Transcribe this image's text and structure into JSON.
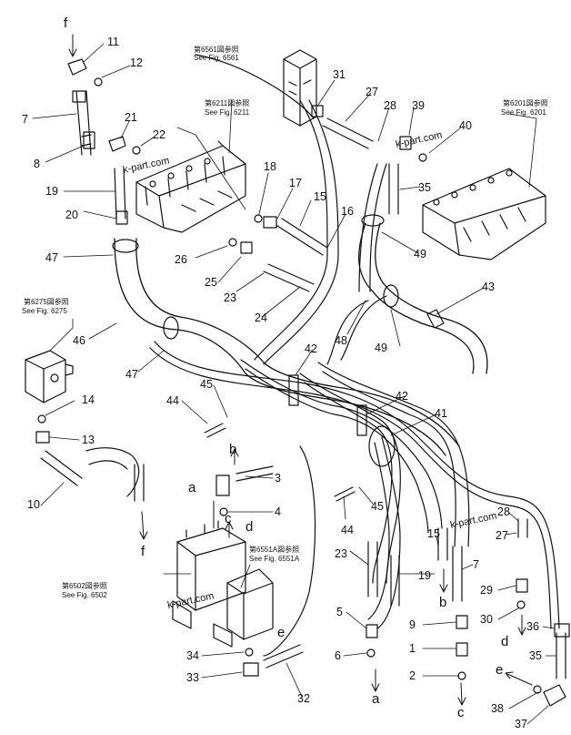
{
  "refs": {
    "fig6561": [
      "第6561図参照",
      "See Fig. 6561"
    ],
    "fig6211": [
      "第6211図参照",
      "See Fig. 6211"
    ],
    "fig6201": [
      "第6201図参照",
      "See Fig. 6201"
    ],
    "fig6275": [
      "第6275図参照",
      "See Fig. 6275"
    ],
    "fig6502": [
      "第6502図参照",
      "See Fig. 6502"
    ],
    "fig6551a": [
      "第6551A図参照",
      "See Fig. 6551A"
    ]
  },
  "watermarks": [
    "k-part.com",
    "k-part.com",
    "k-part.com",
    "k-part.com"
  ],
  "labels": {
    "n1": "1",
    "n2": "2",
    "n3": "3",
    "n4": "4",
    "n5": "5",
    "n6": "6",
    "n7a": "7",
    "n7b": "7",
    "n8": "8",
    "n9": "9",
    "n10": "10",
    "n11": "11",
    "n12": "12",
    "n13": "13",
    "n14": "14",
    "n15a": "15",
    "n15b": "15",
    "n16": "16",
    "n17": "17",
    "n18": "18",
    "n19a": "19",
    "n19b": "19",
    "n20": "20",
    "n21": "21",
    "n22": "22",
    "n23a": "23",
    "n23b": "23",
    "n24": "24",
    "n25": "25",
    "n26": "26",
    "n27a": "27",
    "n27b": "27",
    "n28a": "28",
    "n28b": "28",
    "n29": "29",
    "n30": "30",
    "n31": "31",
    "n32": "32",
    "n33": "33",
    "n34": "34",
    "n35a": "35",
    "n35b": "35",
    "n36": "36",
    "n37": "37",
    "n38": "38",
    "n39": "39",
    "n40": "40",
    "n41": "41",
    "n42a": "42",
    "n42b": "42",
    "n43": "43",
    "n44a": "44",
    "n44b": "44",
    "n45a": "45",
    "n45b": "45",
    "n46": "46",
    "n47a": "47",
    "n47b": "47",
    "n48": "48",
    "n49a": "49",
    "n49b": "49"
  },
  "letters": {
    "fTop": "f",
    "fBottom": "f",
    "aBlock": "a",
    "aBottom": "a",
    "bBlock": "b",
    "bRight": "b",
    "cBlock": "c",
    "cBottom": "c",
    "dBlock": "d",
    "dRight": "d",
    "eBlock": "e",
    "eRight": "e"
  }
}
